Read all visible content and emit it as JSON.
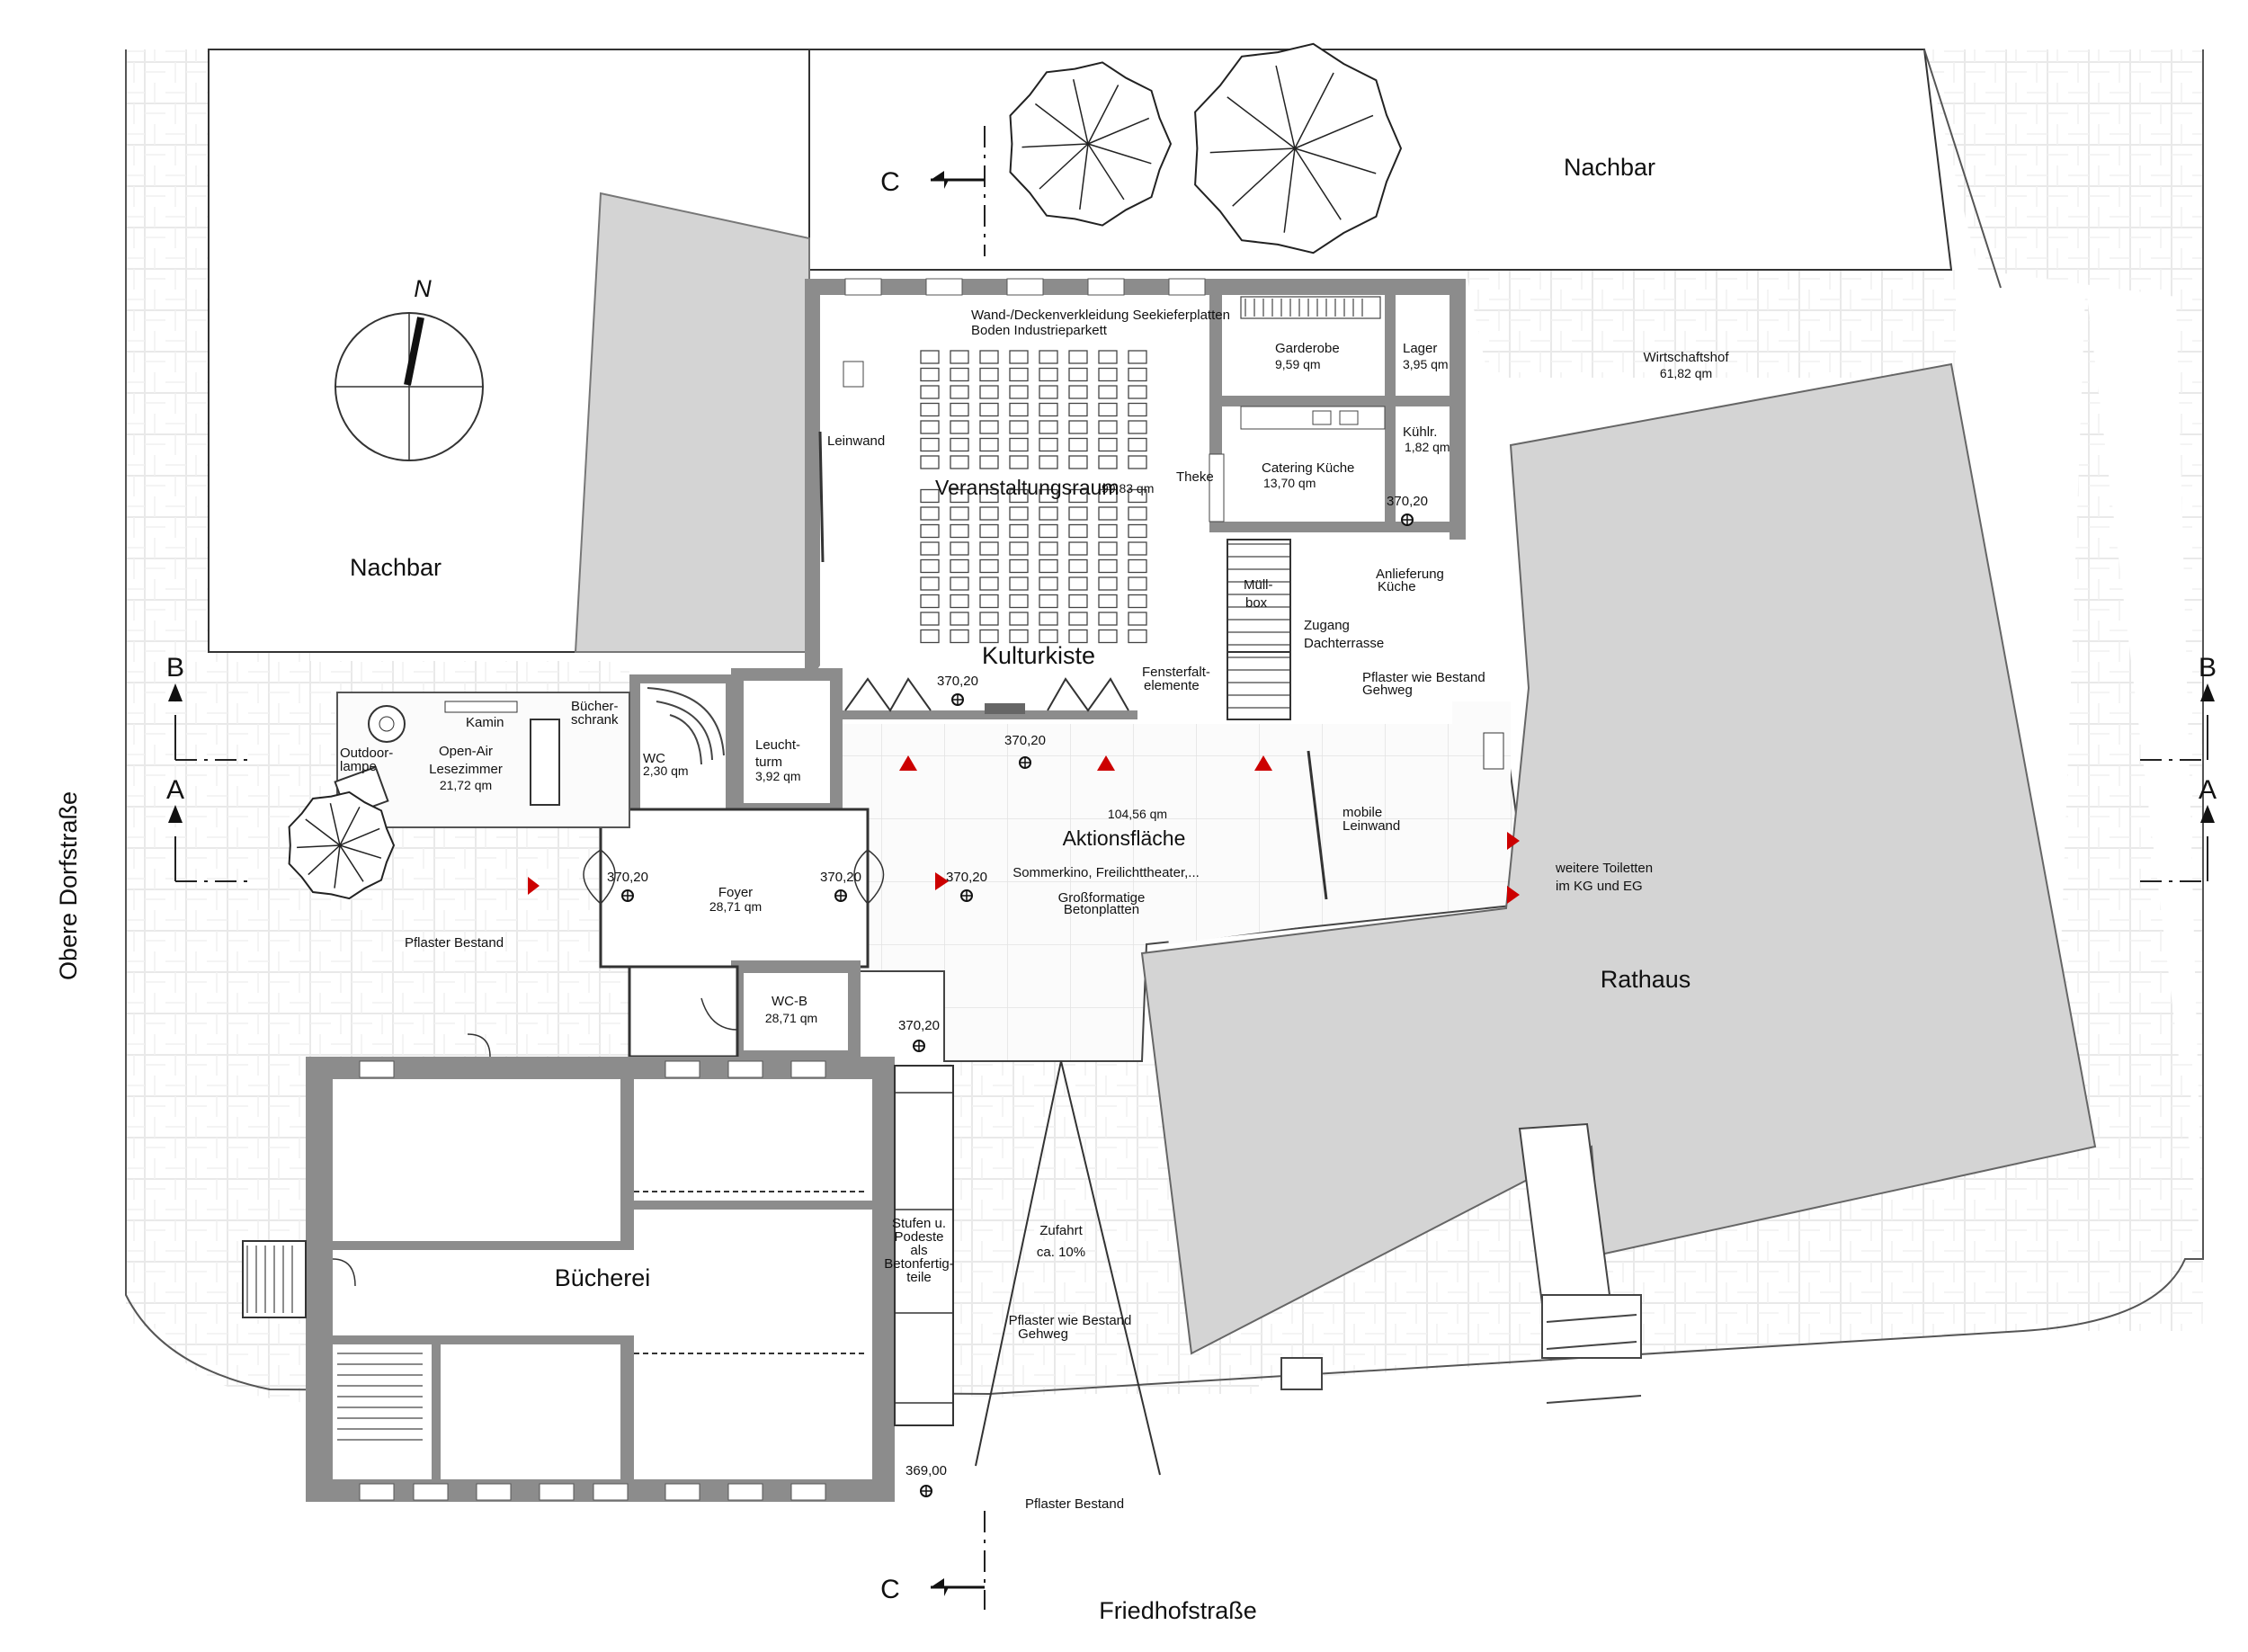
{
  "labels": {
    "nachbar_left": "Nachbar",
    "nachbar_top": "Nachbar",
    "north": "N",
    "street_west": "Obere Dorfstraße",
    "street_south": "Friedhofstraße",
    "kulturkiste": "Kulturkiste",
    "rathaus": "Rathaus",
    "buecherei": "Bücherei",
    "wirtschaftshof": "Wirtschaftshof",
    "wirtschaftshof_area": "61,82 qm",
    "wall_note_1": "Wand-/Deckenverkleidung Seekieferplatten",
    "wall_note_2": "Boden Industrieparkett",
    "leinwand": "Leinwand",
    "veranstaltungsraum": "Veranstaltungsraum",
    "veranstaltungsraum_area": "99,83 qm",
    "theke": "Theke",
    "garderobe": "Garderobe",
    "garderobe_area": "9,59 qm",
    "lager": "Lager",
    "lager_area": "3,95 qm",
    "kuehlr": "Kühlr.",
    "kuehlr_area": "1,82 qm",
    "catering": "Catering Küche",
    "catering_area": "13,70 qm",
    "muell_1": "Müll-",
    "muell_2": "box",
    "anlieferung_1": "Anlieferung",
    "anlieferung_2": "Küche",
    "zugang_1": "Zugang",
    "zugang_2": "Dachterrasse",
    "pflaster_gehweg_1": "Pflaster wie Bestand",
    "pflaster_gehweg_2": "Gehweg",
    "fenster_1": "Fensterfalt-",
    "fenster_2": "elemente",
    "kamin": "Kamin",
    "buecherschrank_1": "Bücher-",
    "buecherschrank_2": "schrank",
    "outdoor_1": "Outdoor-",
    "outdoor_2": "lampe",
    "openair_1": "Open-Air",
    "openair_2": "Lesezimmer",
    "openair_area": "21,72 qm",
    "wc": "WC",
    "wc_area": "2,30 qm",
    "leucht_1": "Leucht-",
    "leucht_2": "turm",
    "leucht_area": "3,92 qm",
    "foyer": "Foyer",
    "foyer_area": "28,71 qm",
    "wcb": "WC-B",
    "wcb_area": "28,71 qm",
    "aktion_area": "104,56 qm",
    "aktion": "Aktionsfläche",
    "aktion_sub": "Sommerkino, Freilichttheater,...",
    "gross_1": "Großformatige",
    "gross_2": "Betonplatten",
    "mobile_1": "mobile",
    "mobile_2": "Leinwand",
    "toiletten_1": "weitere Toiletten",
    "toiletten_2": "im KG und EG",
    "pflaster_bestand_w": "Pflaster Bestand",
    "pflaster_bestand_s": "Pflaster Bestand",
    "stufen_1": "Stufen u.",
    "stufen_2": "Podeste",
    "stufen_3": "als",
    "stufen_4": "Betonfertig-",
    "stufen_5": "teile",
    "zufahrt": "Zufahrt",
    "zufahrt_sub": "ca. 10%",
    "pflaster_zufahrt_1": "Pflaster wie Bestand",
    "pflaster_zufahrt_2": "Gehweg"
  },
  "levels": {
    "kulturkiste": "370,20",
    "catering": "370,20",
    "aktion": "370,20",
    "foyer_west": "370,20",
    "foyer_east": "370,20",
    "aktion_west": "370,20",
    "south": "370,20",
    "street": "369,00"
  },
  "sections": {
    "c_top": "C",
    "c_bottom": "C",
    "b_left": "B",
    "a_left": "A",
    "b_right": "B",
    "a_right": "A"
  },
  "colors": {
    "background": "#ffffff",
    "wall": "#8c8c8c",
    "neighbour_block": "#d4d4d4",
    "paving_line": "#ededed",
    "plaza_grid": "#e6e6e6",
    "line": "#222222",
    "entrance_arrow": "#cc0000"
  }
}
